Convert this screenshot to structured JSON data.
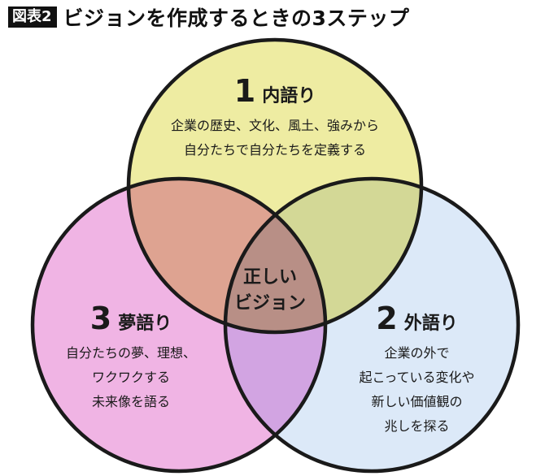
{
  "header": {
    "badge": "図表2",
    "title": "ビジョンを作成するときの3ステップ"
  },
  "diagram": {
    "colors": {
      "top": "#eeeca2",
      "right": "#dce9f8",
      "left": "#f0b4e4",
      "top_left": "#dea391",
      "top_right": "#d3d896",
      "left_right": "#d2a4e2",
      "center": "#b88f86",
      "stroke": "#1a1a1a"
    },
    "steps": [
      {
        "num": "1",
        "title": "内語り",
        "lines": [
          "企業の歴史、文化、風土、強みから",
          "自分たちで自分たちを定義する"
        ]
      },
      {
        "num": "2",
        "title": "外語り",
        "lines": [
          "企業の外で",
          "起こっている変化や",
          "新しい価値観の",
          "兆しを探る"
        ]
      },
      {
        "num": "3",
        "title": "夢語り",
        "lines": [
          "自分たちの夢、理想、",
          "ワクワクする",
          "未来像を語る"
        ]
      }
    ],
    "center": {
      "lines": [
        "正しい",
        "ビジョン"
      ]
    }
  }
}
